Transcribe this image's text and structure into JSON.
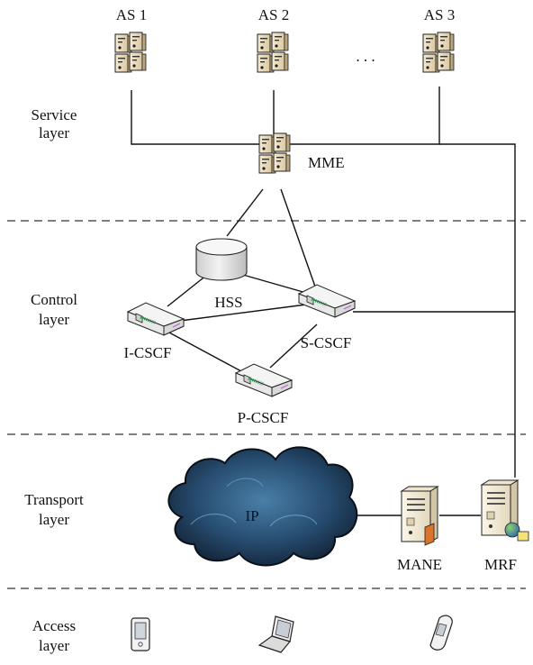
{
  "layers": {
    "service": "Service",
    "service2": "layer",
    "control": "Control",
    "control2": "layer",
    "transport": "Transport",
    "transport2": "layer",
    "access": "Access",
    "access2": "layer"
  },
  "nodes": {
    "as1": "AS 1",
    "as2": "AS 2",
    "ellipsis": ". . .",
    "as3": "AS 3",
    "mme": "MME",
    "hss": "HSS",
    "icscf": "I-CSCF",
    "scscf": "S-CSCF",
    "pcscf": "P-CSCF",
    "ip": "IP",
    "mane": "MANE",
    "mrf": "MRF"
  }
}
